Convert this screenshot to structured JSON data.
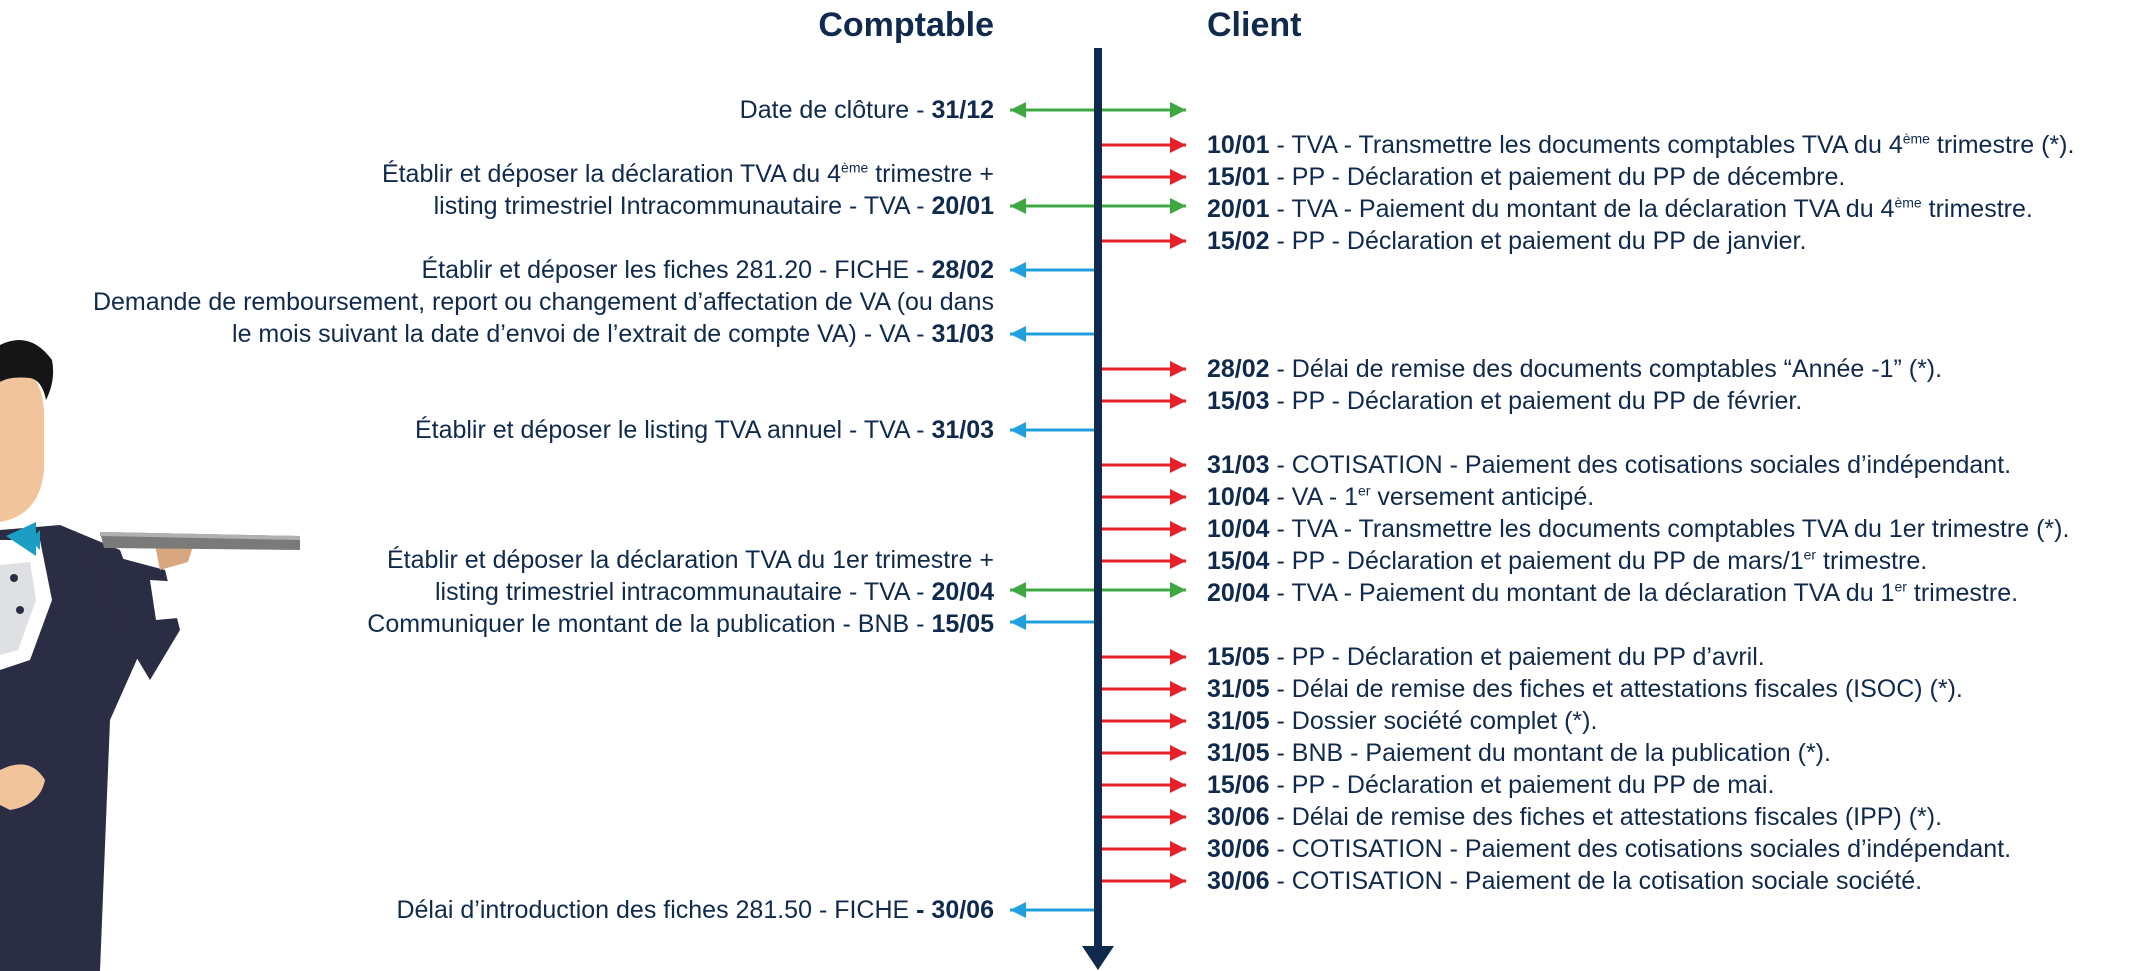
{
  "headers": {
    "left": "Comptable",
    "right": "Client"
  },
  "colors": {
    "axis": "#0f2a4d",
    "red": "#e8202a",
    "green": "#3ea843",
    "blue": "#1fa0dc",
    "text": "#0f2a4d"
  },
  "illustration": "waiter-icon",
  "left_items": [
    {
      "lines": [
        {
          "text": "Date de clôture - ",
          "date": "31/12"
        }
      ],
      "color": "green"
    },
    {
      "lines": [
        {
          "pre": "Établir et déposer la déclaration TVA du 4",
          "sup": "ème",
          "post": " trimestre +"
        },
        {
          "text": "listing trimestriel Intracommunautaire - TVA - ",
          "date": "20/01"
        }
      ],
      "color": "green"
    },
    {
      "lines": [
        {
          "text": "Établir et déposer les fiches 281.20 - FICHE - ",
          "date": "28/02"
        }
      ],
      "color": "blue"
    },
    {
      "lines": [
        {
          "pre": "Demande de remboursement, report ou changement d’affectation de VA (ou dans"
        },
        {
          "text": "le mois suivant la date d’envoi de l’extrait de compte VA) - VA - ",
          "date": "31/03"
        }
      ],
      "color": "blue"
    },
    {
      "lines": [
        {
          "text": "Établir et déposer le listing TVA annuel - TVA - ",
          "date": "31/03"
        }
      ],
      "color": "blue"
    },
    {
      "lines": [
        {
          "pre": "Établir et déposer la déclaration TVA du 1er trimestre +"
        },
        {
          "text": "listing trimestriel intracommunautaire - TVA - ",
          "date": "20/04"
        }
      ],
      "color": "green"
    },
    {
      "lines": [
        {
          "text": "Communiquer le montant de la publication - BNB - ",
          "date": "15/05"
        }
      ],
      "color": "blue"
    },
    {
      "lines": [
        {
          "text": "Délai d’introduction des fiches 281.50 - FICHE ",
          "date": "- 30/06"
        }
      ],
      "color": "blue"
    }
  ],
  "right_items": [
    {
      "date": "10/01",
      "pre": " - TVA - Transmettre les documents comptables TVA du 4",
      "sup": "ème",
      "post": " trimestre (*)."
    },
    {
      "date": "15/01",
      "pre": " - PP - Déclaration et paiement du PP de décembre."
    },
    {
      "date": "20/01",
      "pre": " - TVA - Paiement du montant de la déclaration TVA du 4",
      "sup": "ème",
      "post": " trimestre."
    },
    {
      "date": "15/02",
      "pre": " - PP - Déclaration et paiement du PP de janvier."
    },
    {
      "date": "28/02",
      "pre": " - Délai de remise des documents comptables “Année -1” (*)."
    },
    {
      "date": "15/03",
      "pre": " - PP - Déclaration et paiement du PP de février."
    },
    {
      "date": "31/03",
      "pre": " - COTISATION - Paiement des cotisations sociales d’indépendant."
    },
    {
      "date": "10/04",
      "pre": " - VA - 1",
      "sup": "er",
      "post": " versement anticipé."
    },
    {
      "date": "10/04",
      "pre": " - TVA - Transmettre les documents comptables TVA du 1er trimestre (*)."
    },
    {
      "date": "15/04",
      "pre": " - PP - Déclaration et paiement du PP de mars/1",
      "sup": "er",
      "post": " trimestre."
    },
    {
      "date": "20/04",
      "pre": " - TVA - Paiement du montant de la déclaration TVA du 1",
      "sup": "er",
      "post": " trimestre."
    },
    {
      "date": "15/05",
      "pre": " - PP - Déclaration et paiement du PP d’avril."
    },
    {
      "date": "31/05",
      "pre": " - Délai de remise des fiches et attestations fiscales (ISOC) (*)."
    },
    {
      "date": "31/05",
      "pre": " - Dossier société complet (*)."
    },
    {
      "date": "31/05",
      "pre": " - BNB - Paiement du montant de la publication (*)."
    },
    {
      "date": "15/06",
      "pre": " - PP - Déclaration et paiement du PP de mai."
    },
    {
      "date": "30/06",
      "pre": " - Délai de remise des fiches et attestations fiscales (IPP) (*)."
    },
    {
      "date": "30/06",
      "pre": " - COTISATION - Paiement des cotisations sociales d’indépendant."
    },
    {
      "date": "30/06",
      "pre": " - COTISATION - Paiement de la cotisation sociale société."
    }
  ]
}
